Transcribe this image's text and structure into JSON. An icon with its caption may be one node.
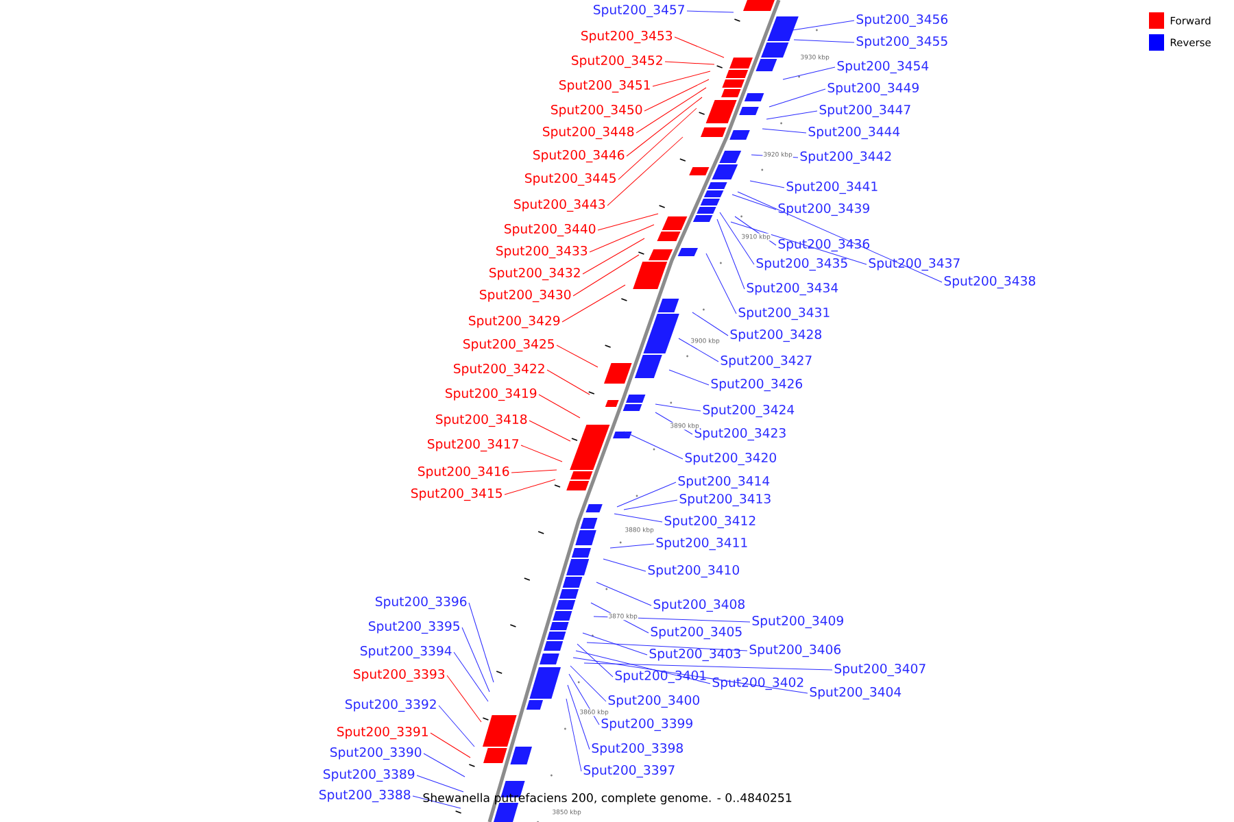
{
  "diagram": {
    "caption": "Shewanella putrefaciens 200, complete genome. - 0..4840251",
    "nodes": [
      {
        "text": [
          "Sput200_3457"
        ]
      },
      {
        "text": [
          "Sput200_3453"
        ]
      },
      {
        "text": [
          "Sput200_3452"
        ]
      },
      {
        "text": [
          "Sput200_3451"
        ]
      },
      {
        "text": [
          "Sput200_3450"
        ]
      },
      {
        "text": [
          "Sput200_3448"
        ]
      },
      {
        "text": [
          "Sput200_3446"
        ]
      },
      {
        "text": [
          "Sput200_3445"
        ]
      },
      {
        "text": [
          "Sput200_3443"
        ]
      },
      {
        "text": [
          "Sput200_3440"
        ]
      },
      {
        "text": [
          "Sput200_3433"
        ]
      },
      {
        "text": [
          "Sput200_3432"
        ]
      },
      {
        "text": [
          "Sput200_3430"
        ]
      },
      {
        "text": [
          "Sput200_3429"
        ]
      },
      {
        "text": [
          "Sput200_3425"
        ]
      },
      {
        "text": [
          "Sput200_3422"
        ]
      },
      {
        "text": [
          "Sput200_3419"
        ]
      },
      {
        "text": [
          "Sput200_3418"
        ]
      },
      {
        "text": [
          "Sput200_3417"
        ]
      },
      {
        "text": [
          "Sput200_3416"
        ]
      },
      {
        "text": [
          "Sput200_3415"
        ]
      },
      {
        "text": [
          "Sput200_3396"
        ]
      },
      {
        "text": [
          "Sput200_3395"
        ]
      },
      {
        "text": [
          "Sput200_3394"
        ]
      },
      {
        "text": [
          "Sput200_3393"
        ]
      },
      {
        "text": [
          "Sput200_3392"
        ]
      },
      {
        "text": [
          "Sput200_3391"
        ]
      },
      {
        "text": [
          "Sput200_3390"
        ]
      },
      {
        "text": [
          "Sput200_3389"
        ]
      },
      {
        "text": [
          "Sput200_3388"
        ]
      },
      {
        "text": [
          "Sput200_3456"
        ]
      },
      {
        "text": [
          "Sput200_3455"
        ]
      },
      {
        "text": [
          "Sput200_3454"
        ]
      },
      {
        "text": [
          "Sput200_3449"
        ]
      },
      {
        "text": [
          "Sput200_3447"
        ]
      },
      {
        "text": [
          "Sput200_3444"
        ]
      },
      {
        "text": [
          "Sput200_3442"
        ]
      },
      {
        "text": [
          "Sput200_3441"
        ]
      },
      {
        "text": [
          "Sput200_3439"
        ]
      },
      {
        "text": [
          "Sput200_3436"
        ]
      },
      {
        "text": [
          "Sput200_3435"
        ]
      },
      {
        "text": [
          "Sput200_3437"
        ]
      },
      {
        "text": [
          "Sput200_3438"
        ]
      },
      {
        "text": [
          "Sput200_3434"
        ]
      },
      {
        "text": [
          "Sput200_3431"
        ]
      },
      {
        "text": [
          "Sput200_3428"
        ]
      },
      {
        "text": [
          "Sput200_3427"
        ]
      },
      {
        "text": [
          "Sput200_3426"
        ]
      },
      {
        "text": [
          "Sput200_3424"
        ]
      },
      {
        "text": [
          "Sput200_3423"
        ]
      },
      {
        "text": [
          "Sput200_3420"
        ]
      },
      {
        "text": [
          "Sput200_3414"
        ]
      },
      {
        "text": [
          "Sput200_3413"
        ]
      },
      {
        "text": [
          "Sput200_3412"
        ]
      },
      {
        "text": [
          "Sput200_3411"
        ]
      },
      {
        "text": [
          "Sput200_3410"
        ]
      },
      {
        "text": [
          "Sput200_3408"
        ]
      },
      {
        "text": [
          "Sput200_3409"
        ]
      },
      {
        "text": [
          "Sput200_3405"
        ]
      },
      {
        "text": [
          "Sput200_3406"
        ]
      },
      {
        "text": [
          "Sput200_3407"
        ]
      },
      {
        "text": [
          "Sput200_3403"
        ]
      },
      {
        "text": [
          "Sput200_3401"
        ]
      },
      {
        "text": [
          "Sput200_3402"
        ]
      },
      {
        "text": [
          "Sput200_3404"
        ]
      },
      {
        "text": [
          "Sput200_3400"
        ]
      },
      {
        "text": [
          "Sput200_3399"
        ]
      },
      {
        "text": [
          "Sput200_3398"
        ]
      },
      {
        "text": [
          "Sput200_3397"
        ]
      }
    ],
    "edges": [
      {
        "from": 0,
        "to": null,
        "arrow": "none"
      },
      {
        "from": 1,
        "to": null,
        "arrow": "none",
        "color": "#ff0000"
      },
      {
        "from": 2,
        "to": null,
        "arrow": "none",
        "color": "#ff0000"
      },
      {
        "from": 3,
        "to": null,
        "arrow": "none",
        "color": "#ff0000"
      },
      {
        "from": 4,
        "to": null,
        "arrow": "none",
        "color": "#ff0000"
      },
      {
        "from": 5,
        "to": null,
        "arrow": "none",
        "color": "#ff0000"
      },
      {
        "from": 6,
        "to": null,
        "arrow": "none",
        "color": "#ff0000"
      },
      {
        "from": 7,
        "to": null,
        "arrow": "none",
        "color": "#ff0000"
      },
      {
        "from": 8,
        "to": null,
        "arrow": "none",
        "color": "#ff0000"
      },
      {
        "from": 9,
        "to": null,
        "arrow": "none",
        "color": "#ff0000"
      },
      {
        "from": 10,
        "to": null,
        "arrow": "none",
        "color": "#ff0000"
      },
      {
        "from": 11,
        "to": null,
        "arrow": "none",
        "color": "#ff0000"
      },
      {
        "from": 12,
        "to": null,
        "arrow": "none",
        "color": "#ff0000"
      },
      {
        "from": 13,
        "to": null,
        "arrow": "none",
        "color": "#ff0000"
      },
      {
        "from": 14,
        "to": null,
        "arrow": "none",
        "color": "#ff0000"
      },
      {
        "from": 15,
        "to": null,
        "arrow": "none",
        "color": "#ff0000"
      },
      {
        "from": 16,
        "to": null,
        "arrow": "none",
        "color": "#ff0000"
      },
      {
        "from": 17,
        "to": null,
        "arrow": "none",
        "color": "#ff0000"
      },
      {
        "from": 18,
        "to": null,
        "arrow": "none",
        "color": "#ff0000"
      },
      {
        "from": 19,
        "to": null,
        "arrow": "none",
        "color": "#ff0000"
      },
      {
        "from": 20,
        "to": null,
        "arrow": "none",
        "color": "#ff0000"
      },
      {
        "from": 21,
        "to": null,
        "arrow": "none"
      },
      {
        "from": 22,
        "to": null,
        "arrow": "none"
      },
      {
        "from": 23,
        "to": null,
        "arrow": "none"
      },
      {
        "from": 24,
        "to": null,
        "arrow": "none",
        "color": "#ff0000"
      },
      {
        "from": 25,
        "to": null,
        "arrow": "none"
      },
      {
        "from": 26,
        "to": null,
        "arrow": "none",
        "color": "#ff0000"
      },
      {
        "from": 27,
        "to": null,
        "arrow": "none"
      },
      {
        "from": 28,
        "to": null,
        "arrow": "none"
      },
      {
        "from": 29,
        "to": null,
        "arrow": "none"
      },
      {
        "from": 30,
        "to": null,
        "arrow": "none"
      },
      {
        "from": 31,
        "to": null,
        "arrow": "none"
      },
      {
        "from": 32,
        "to": null,
        "arrow": "none"
      },
      {
        "from": 33,
        "to": null,
        "arrow": "none"
      },
      {
        "from": 34,
        "to": null,
        "arrow": "none"
      },
      {
        "from": 35,
        "to": null,
        "arrow": "none"
      },
      {
        "from": 36,
        "to": null,
        "arrow": "none"
      },
      {
        "from": 37,
        "to": null,
        "arrow": "none"
      },
      {
        "from": 38,
        "to": null,
        "arrow": "none"
      },
      {
        "from": 39,
        "to": null,
        "arrow": "none"
      },
      {
        "from": 40,
        "to": null,
        "arrow": "none"
      },
      {
        "from": 41,
        "to": null,
        "arrow": "none"
      },
      {
        "from": 42,
        "to": null,
        "arrow": "none"
      },
      {
        "from": 43,
        "to": null,
        "arrow": "none"
      },
      {
        "from": 44,
        "to": null,
        "arrow": "none"
      },
      {
        "from": 45,
        "to": null,
        "arrow": "none"
      },
      {
        "from": 46,
        "to": null,
        "arrow": "none"
      },
      {
        "from": 47,
        "to": null,
        "arrow": "none"
      },
      {
        "from": 48,
        "to": null,
        "arrow": "none"
      },
      {
        "from": 49,
        "to": null,
        "arrow": "none"
      },
      {
        "from": 50,
        "to": null,
        "arrow": "none"
      },
      {
        "from": 51,
        "to": null,
        "arrow": "none"
      },
      {
        "from": 52,
        "to": null,
        "arrow": "none"
      },
      {
        "from": 53,
        "to": null,
        "arrow": "none"
      },
      {
        "from": 54,
        "to": null,
        "arrow": "none"
      },
      {
        "from": 55,
        "to": null,
        "arrow": "none"
      },
      {
        "from": 56,
        "to": null,
        "arrow": "none"
      },
      {
        "from": 57,
        "to": null,
        "arrow": "none"
      },
      {
        "from": 58,
        "to": null,
        "arrow": "none"
      },
      {
        "from": 59,
        "to": null,
        "arrow": "none"
      },
      {
        "from": 60,
        "to": null,
        "arrow": "none"
      },
      {
        "from": 61,
        "to": null,
        "arrow": "none"
      },
      {
        "from": 62,
        "to": null,
        "arrow": "none"
      },
      {
        "from": 63,
        "to": null,
        "arrow": "none"
      },
      {
        "from": 64,
        "to": null,
        "arrow": "none"
      },
      {
        "from": 65,
        "to": null,
        "arrow": "none"
      },
      {
        "from": 66,
        "to": null,
        "arrow": "none"
      },
      {
        "from": 67,
        "to": null,
        "arrow": "none"
      },
      {
        "from": 68,
        "to": null,
        "arrow": "none"
      }
    ],
    "labels": [
      "3930 kbp",
      "3920 kbp",
      "3910 kbp",
      "3900 kbp",
      "3890 kbp",
      "3880 kbp",
      "3870 kbp",
      "3860 kbp",
      "3850 kbp"
    ],
    "legend": [
      {
        "text": "Forward",
        "color": "#ff0000"
      },
      {
        "text": "Reverse",
        "color": "#0000ff"
      }
    ]
  }
}
